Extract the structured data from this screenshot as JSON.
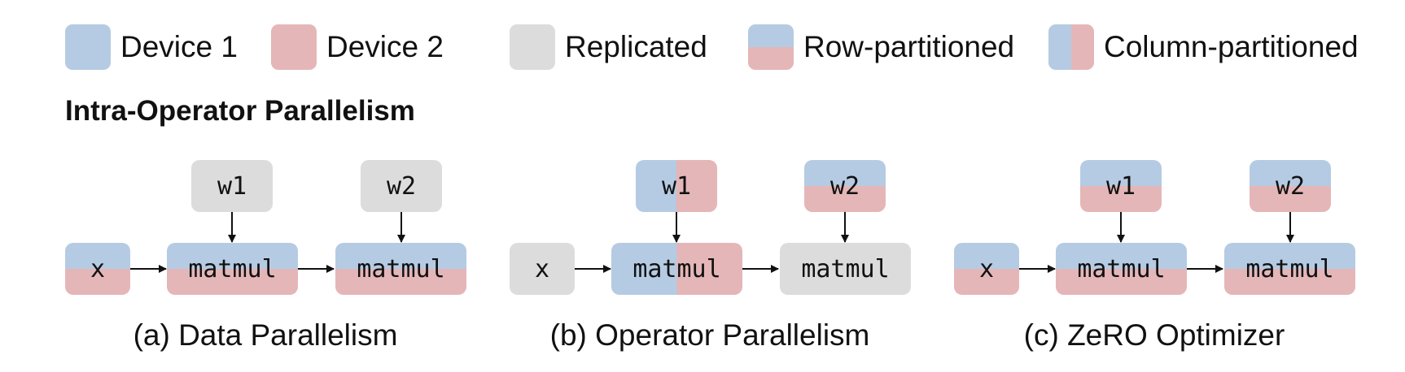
{
  "colors": {
    "device1": "#b5cbe3",
    "device2": "#e5b6b8",
    "replicated": "#dcdcdc",
    "arrow": "#111111"
  },
  "legend": {
    "device1": "Device 1",
    "device2": "Device 2",
    "replicated": "Replicated",
    "row_partitioned": "Row-partitioned",
    "column_partitioned": "Column-partitioned"
  },
  "section_title": "Intra-Operator Parallelism",
  "diagrams": [
    {
      "caption": "(a) Data Parallelism",
      "nodes": {
        "x": {
          "label": "x",
          "fill": "row"
        },
        "w1": {
          "label": "w1",
          "fill": "replicated"
        },
        "matmul1": {
          "label": "matmul",
          "fill": "row"
        },
        "w2": {
          "label": "w2",
          "fill": "replicated"
        },
        "matmul2": {
          "label": "matmul",
          "fill": "row"
        }
      }
    },
    {
      "caption": "(b) Operator Parallelism",
      "nodes": {
        "x": {
          "label": "x",
          "fill": "replicated"
        },
        "w1": {
          "label": "w1",
          "fill": "column"
        },
        "matmul1": {
          "label": "matmul",
          "fill": "column"
        },
        "w2": {
          "label": "w2",
          "fill": "row"
        },
        "matmul2": {
          "label": "matmul",
          "fill": "replicated"
        }
      }
    },
    {
      "caption": "(c) ZeRO Optimizer",
      "nodes": {
        "x": {
          "label": "x",
          "fill": "row"
        },
        "w1": {
          "label": "w1",
          "fill": "row"
        },
        "matmul1": {
          "label": "matmul",
          "fill": "row"
        },
        "w2": {
          "label": "w2",
          "fill": "row"
        },
        "matmul2": {
          "label": "matmul",
          "fill": "row"
        }
      }
    }
  ]
}
